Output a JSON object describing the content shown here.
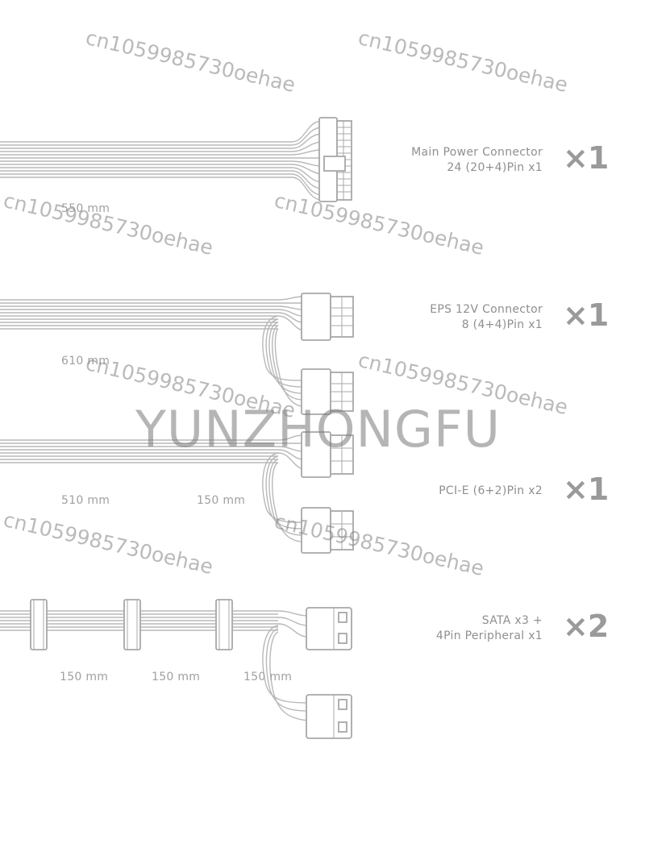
{
  "groups": [
    {
      "title": "Main Power Connector",
      "spec": "24 (20+4)Pin x1",
      "qty": "×1",
      "lengths": [
        "550 mm"
      ]
    },
    {
      "title": "EPS 12V Connector",
      "spec": "8 (4+4)Pin x1",
      "qty": "×1",
      "lengths": [
        "610 mm"
      ]
    },
    {
      "title": "",
      "spec": "PCI-E (6+2)Pin x2",
      "qty": "×1",
      "lengths": [
        "510 mm",
        "150 mm"
      ]
    },
    {
      "title": "SATA x3 +",
      "spec": "4Pin  Peripheral x1",
      "qty": "×2",
      "lengths": [
        "150 mm",
        "150 mm",
        "150 mm"
      ]
    }
  ],
  "watermark": "cn1059985730oehae",
  "brand": "YUNZHONGFU"
}
